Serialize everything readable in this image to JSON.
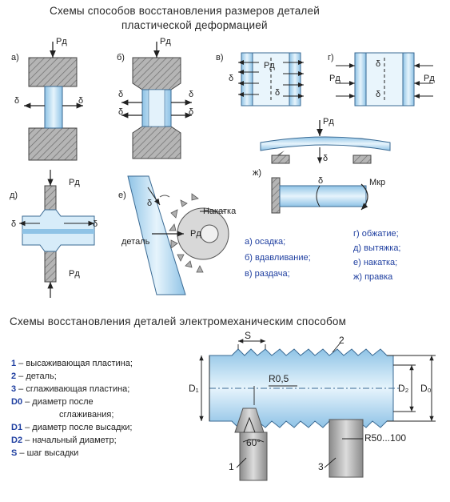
{
  "header": {
    "title_line1": "Схемы способов восстановления размеров деталей",
    "title_line2": "пластической деформацией"
  },
  "figures": {
    "a": {
      "label": "а)",
      "force": "Pд",
      "delta": "δ"
    },
    "b": {
      "label": "б)",
      "force": "Pд",
      "delta": "δ"
    },
    "v": {
      "label": "в)",
      "force": "Pд",
      "delta": "δ"
    },
    "g": {
      "label": "г)",
      "force": "Pд",
      "delta": "δ"
    },
    "zh": {
      "label": "ж)",
      "force": "Pд",
      "delta": "δ",
      "moment": "Mкр"
    },
    "d": {
      "label": "д)",
      "force": "Pд",
      "delta": "δ"
    },
    "e": {
      "label": "е)",
      "tool": "Накатка",
      "part": "деталь",
      "force": "Pд",
      "delta": "δ"
    }
  },
  "methods": [
    {
      "key": "а)",
      "name": "осадка;"
    },
    {
      "key": "б)",
      "name": "вдавливание;"
    },
    {
      "key": "в)",
      "name": "раздача;"
    },
    {
      "key": "г)",
      "name": "обжатие;"
    },
    {
      "key": "д)",
      "name": "вытяжка;"
    },
    {
      "key": "е)",
      "name": "накатка;"
    },
    {
      "key": "ж)",
      "name": "правка"
    }
  ],
  "section2": {
    "title": "Схемы восстановления деталей электромеханическим способом",
    "legend": [
      {
        "key": "1",
        "text": " – высаживающая пластина;"
      },
      {
        "key": "2",
        "text": " – деталь;"
      },
      {
        "key": "3",
        "text": " – сглаживающая пластина;"
      },
      {
        "key": "D0",
        "text": " – диаметр после"
      },
      {
        "key": "",
        "text": "сглаживания;"
      },
      {
        "key": "D1",
        "text": " – диаметр после высадки;"
      },
      {
        "key": "D2",
        "text": " – начальный диаметр;"
      },
      {
        "key": "S",
        "text": " – шаг высадки"
      }
    ],
    "labels": {
      "s": "S",
      "r1": "R0,5",
      "angle": "60°",
      "r2": "R50...100",
      "d1": "D₁",
      "d2": "D₂",
      "d0": "D₀",
      "n1": "1",
      "n2": "2",
      "n3": "3"
    }
  },
  "colors": {
    "part_blue": "#bfe0f5",
    "metal_gray": "#a8a8a8",
    "text_blue": "#1f3fa0"
  }
}
